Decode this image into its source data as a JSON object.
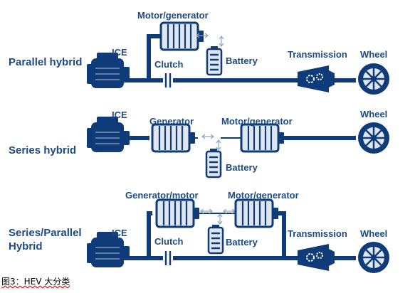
{
  "rows": {
    "parallel": {
      "label_line1": "Parallel hybrid",
      "ice": "ICE",
      "motor_generator": "Motor/generator",
      "clutch": "Clutch",
      "battery": "Battery",
      "transmission": "Transmission",
      "wheel": "Wheel"
    },
    "series": {
      "label_line1": "Series hybrid",
      "ice": "ICE",
      "generator": "Generator",
      "motor_generator": "Motor/generator",
      "battery": "Battery",
      "wheel": "Wheel"
    },
    "series_parallel": {
      "label_line1": "Series/Parallel",
      "label_line2": "Hybrid",
      "ice": "ICE",
      "generator_motor": "Generator/motor",
      "motor_generator": "Motor/generator",
      "clutch": "Clutch",
      "battery": "Battery",
      "transmission": "Transmission",
      "wheel": "Wheel"
    }
  },
  "caption": "图3：HEV 大分类",
  "colors": {
    "shaft": "#0f3c78",
    "component_fill": "#dfe6f0",
    "component_stroke": "#0f3c78",
    "label": "#1b4a86",
    "arrow": "#8aa3c2"
  }
}
